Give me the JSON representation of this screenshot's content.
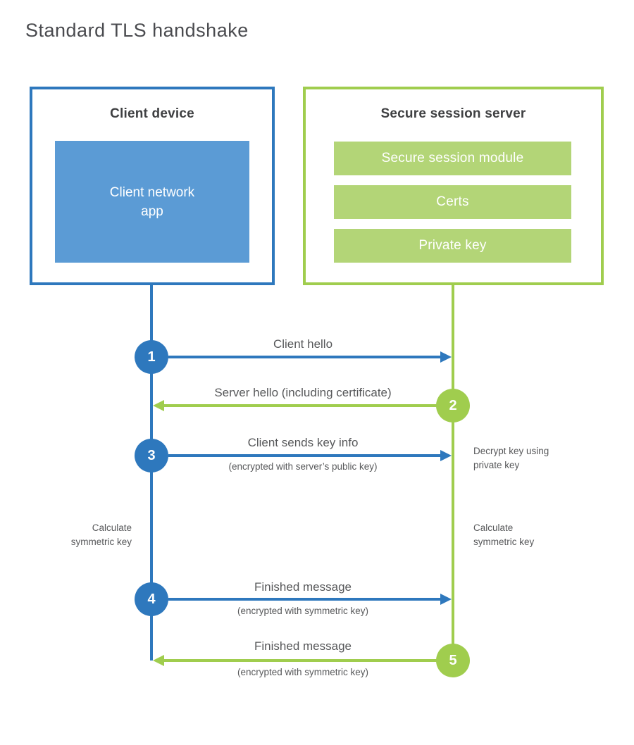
{
  "title": "Standard TLS handshake",
  "colors": {
    "blue": "#2e78bd",
    "blue_fill": "#5b9bd5",
    "green": "#a0cd4e",
    "green_fill": "#b3d577"
  },
  "client": {
    "heading": "Client device",
    "app_label": "Client network\napp"
  },
  "server": {
    "heading": "Secure session server",
    "bars": [
      "Secure session module",
      "Certs",
      "Private key"
    ]
  },
  "steps": [
    {
      "num": "1",
      "label": "Client hello"
    },
    {
      "num": "2",
      "label": "Server hello (including certificate)"
    },
    {
      "num": "3",
      "label": "Client sends key info",
      "sublabel": "(encrypted with server’s public key)"
    },
    {
      "num": "4",
      "label": "Finished message",
      "sublabel": "(encrypted with symmetric key)"
    },
    {
      "num": "5",
      "label": "Finished message",
      "sublabel": "(encrypted with symmetric key)"
    }
  ],
  "notes": {
    "decrypt": "Decrypt key using\nprivate key",
    "calc_left": "Calculate\nsymmetric key",
    "calc_right": "Calculate\nsymmetric key"
  }
}
